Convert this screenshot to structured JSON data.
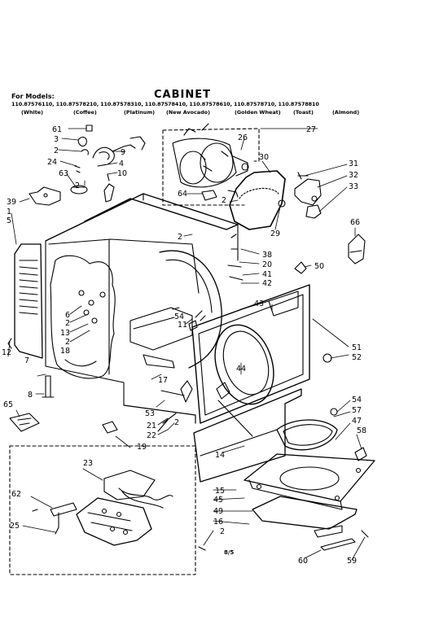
{
  "header": {
    "models_heading": "For Models:",
    "title": "CABINET",
    "model_numbers": "110.87576110, 110.87578210, 110.87578310, 110.87578410, 110.87578610, 110.87578710, 110.87578810",
    "colors": [
      "(White)",
      "(Coffee)",
      "(Platinum)",
      "(New Avocado)",
      "(Golden Wheat)",
      "(Toast)",
      "(Almond)"
    ]
  },
  "footer": {
    "page_number": "8/5"
  },
  "parts": [
    {
      "id": "label-61",
      "text": "61"
    },
    {
      "id": "label-3",
      "text": "3"
    },
    {
      "id": "label-2a",
      "text": "2"
    },
    {
      "id": "label-24",
      "text": "24"
    },
    {
      "id": "label-63",
      "text": "63"
    },
    {
      "id": "label-9",
      "text": "9"
    },
    {
      "id": "label-4",
      "text": "4"
    },
    {
      "id": "label-10",
      "text": "10"
    },
    {
      "id": "label-2b",
      "text": "2"
    },
    {
      "id": "label-27",
      "text": "27"
    },
    {
      "id": "label-26",
      "text": "26"
    },
    {
      "id": "label-30",
      "text": "30"
    },
    {
      "id": "label-31",
      "text": "31"
    },
    {
      "id": "label-32",
      "text": "32"
    },
    {
      "id": "label-33",
      "text": "33"
    },
    {
      "id": "label-39",
      "text": "39"
    },
    {
      "id": "label-1",
      "text": "1"
    },
    {
      "id": "label-5",
      "text": "5"
    },
    {
      "id": "label-64",
      "text": "64"
    },
    {
      "id": "label-2c",
      "text": "2"
    },
    {
      "id": "label-29",
      "text": "29"
    },
    {
      "id": "label-66",
      "text": "66"
    },
    {
      "id": "label-2d",
      "text": "2"
    },
    {
      "id": "label-38",
      "text": "38"
    },
    {
      "id": "label-20",
      "text": "20"
    },
    {
      "id": "label-41",
      "text": "41"
    },
    {
      "id": "label-42",
      "text": "42"
    },
    {
      "id": "label-50",
      "text": "50"
    },
    {
      "id": "label-6",
      "text": "6"
    },
    {
      "id": "label-2e",
      "text": "2"
    },
    {
      "id": "label-13",
      "text": "13"
    },
    {
      "id": "label-2f",
      "text": "2"
    },
    {
      "id": "label-18",
      "text": "18"
    },
    {
      "id": "label-54a",
      "text": "54"
    },
    {
      "id": "label-11",
      "text": "11"
    },
    {
      "id": "label-43",
      "text": "43"
    },
    {
      "id": "label-12",
      "text": "12"
    },
    {
      "id": "label-51",
      "text": "51"
    },
    {
      "id": "label-52",
      "text": "52"
    },
    {
      "id": "label-7",
      "text": "7"
    },
    {
      "id": "label-44",
      "text": "44"
    },
    {
      "id": "label-17",
      "text": "17"
    },
    {
      "id": "label-8",
      "text": "8"
    },
    {
      "id": "label-65",
      "text": "65"
    },
    {
      "id": "label-54b",
      "text": "54"
    },
    {
      "id": "label-57",
      "text": "57"
    },
    {
      "id": "label-53",
      "text": "53"
    },
    {
      "id": "label-47",
      "text": "47"
    },
    {
      "id": "label-21",
      "text": "21"
    },
    {
      "id": "label-2g",
      "text": "2"
    },
    {
      "id": "label-22",
      "text": "22"
    },
    {
      "id": "label-58",
      "text": "58"
    },
    {
      "id": "label-19",
      "text": "19"
    },
    {
      "id": "label-14",
      "text": "14"
    },
    {
      "id": "label-23",
      "text": "23"
    },
    {
      "id": "label-62",
      "text": "62"
    },
    {
      "id": "label-15",
      "text": "15"
    },
    {
      "id": "label-45",
      "text": "45"
    },
    {
      "id": "label-49",
      "text": "49"
    },
    {
      "id": "label-25",
      "text": "25"
    },
    {
      "id": "label-16",
      "text": "16"
    },
    {
      "id": "label-2h",
      "text": "2"
    },
    {
      "id": "label-60",
      "text": "60"
    },
    {
      "id": "label-59",
      "text": "59"
    }
  ]
}
